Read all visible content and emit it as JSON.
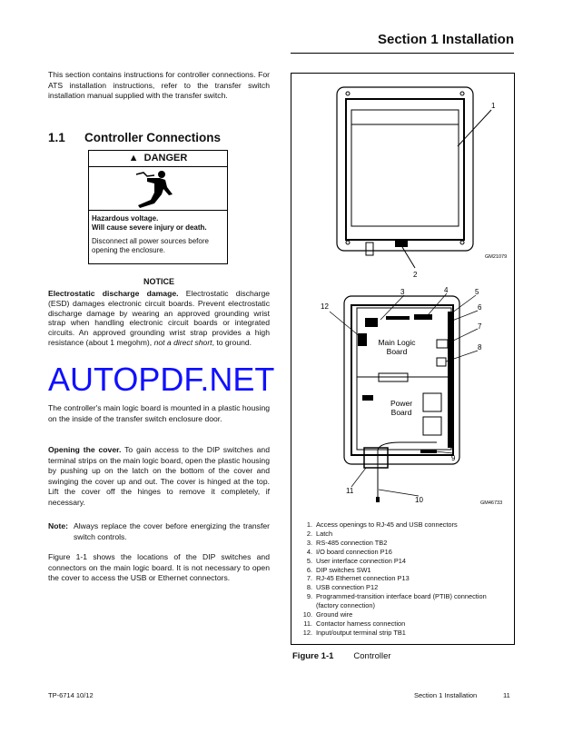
{
  "header": {
    "section_title": "Section 1  Installation"
  },
  "intro": "This section contains instructions for controller connections.  For ATS installation instructions, refer to the transfer switch installation manual supplied with the transfer switch.",
  "heading": {
    "number": "1.1",
    "title": "Controller Connections"
  },
  "danger": {
    "title": "DANGER",
    "line1": "Hazardous voltage.",
    "line2": "Will cause severe injury or death.",
    "instruction": "Disconnect all power sources before opening the enclosure."
  },
  "notice": {
    "title": "NOTICE",
    "lead": "Electrostatic discharge damage.",
    "body1": "  Electrostatic discharge (ESD) damages electronic circuit boards.   Prevent electrostatic discharge damage by wearing an approved grounding wrist strap when handling electronic circuit boards or integrated circuits.   An approved grounding wrist strap provides a high resistance (about 1 megohm), ",
    "italic": "not a direct short",
    "body2": ", to ground."
  },
  "para_mount": "The controller's main logic board is mounted in a plastic housing on the inside of the transfer switch enclosure door.",
  "opening": {
    "lead": "Opening the cover.",
    "body": "  To gain access to the DIP switches and terminal strips on the main logic board, open the plastic housing by pushing up on the latch on the bottom of the cover and swinging the cover up and out.  The cover is hinged at the top.  Lift the cover off the hinges to remove it completely, if necessary."
  },
  "note": {
    "label": "Note:",
    "text": "Always replace the cover before energizing the transfer switch controls."
  },
  "para_figure": "Figure 1-1 shows the locations of the DIP switches and connectors on the main logic board.  It is not necessary to open the cover to access the USB or Ethernet connectors.",
  "figure": {
    "callouts": [
      "1",
      "2",
      "3",
      "4",
      "5",
      "6",
      "7",
      "8",
      "9",
      "10",
      "11",
      "12"
    ],
    "board_labels": {
      "main1": "Main Logic",
      "main2": "Board",
      "power1": "Power",
      "power2": "Board"
    },
    "drawing_ids": [
      "GM21079",
      "GM46733"
    ],
    "legend": [
      {
        "n": "1.",
        "t": "Access openings to RJ-45 and USB connectors"
      },
      {
        "n": "2.",
        "t": "Latch"
      },
      {
        "n": "3.",
        "t": "RS-485 connection TB2"
      },
      {
        "n": "4.",
        "t": "I/O board connection P16"
      },
      {
        "n": "5.",
        "t": "User interface connection P14"
      },
      {
        "n": "6.",
        "t": "DIP switches SW1"
      },
      {
        "n": "7.",
        "t": "RJ-45 Ethernet connection P13"
      },
      {
        "n": "8.",
        "t": "USB connection P12"
      },
      {
        "n": "9.",
        "t": "Programmed-transition interface board (PTIB) connection"
      },
      {
        "n": "",
        "t": "(factory connection)"
      },
      {
        "n": "10.",
        "t": "Ground wire"
      },
      {
        "n": "11.",
        "t": "Contactor harness connection"
      },
      {
        "n": "12.",
        "t": "Input/output terminal strip TB1"
      }
    ],
    "caption_label": "Figure 1-1",
    "caption_title": "Controller"
  },
  "watermark": "AUTOPDF.NET",
  "footer": {
    "doc": "TP-6714   10/12",
    "section": "Section 1  Installation",
    "page": "11"
  }
}
